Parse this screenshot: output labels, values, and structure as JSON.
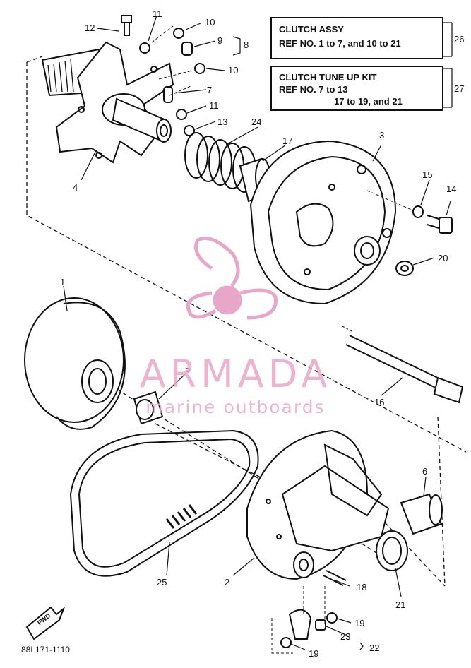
{
  "boxes": {
    "clutch_assy": {
      "title": "CLUTCH ASSY",
      "ref": "REF NO. 1 to 7, and 10 to 21",
      "callout": "26"
    },
    "tune_up_kit": {
      "title": "CLUTCH TUNE UP KIT",
      "ref_line1": "REF NO. 7 to 13",
      "ref_line2": "17 to 19, and 21",
      "callout": "27"
    }
  },
  "callouts": {
    "c12": "12",
    "c11a": "11",
    "c10a": "10",
    "c9": "9",
    "c8": "8",
    "c10b": "10",
    "c7": "7",
    "c11b": "11",
    "c13": "13",
    "c24": "24",
    "c17": "17",
    "c3": "3",
    "c15": "15",
    "c14": "14",
    "c20": "20",
    "c4": "4",
    "c1": "1",
    "c5": "5",
    "c16": "16",
    "c6": "6",
    "c25": "25",
    "c2": "2",
    "c18": "18",
    "c21": "21",
    "c19a": "19",
    "c23": "23",
    "c22": "22",
    "c19b": "19"
  },
  "watermark": {
    "name": "ARMADA",
    "tagline": "marine outboards",
    "color": "#e8a7c8"
  },
  "fwd_label": "FWD",
  "diagram_code": "88L171-1110",
  "colors": {
    "ink": "#111111",
    "watermark": "#e8a7c8",
    "paper": "#ffffff"
  }
}
